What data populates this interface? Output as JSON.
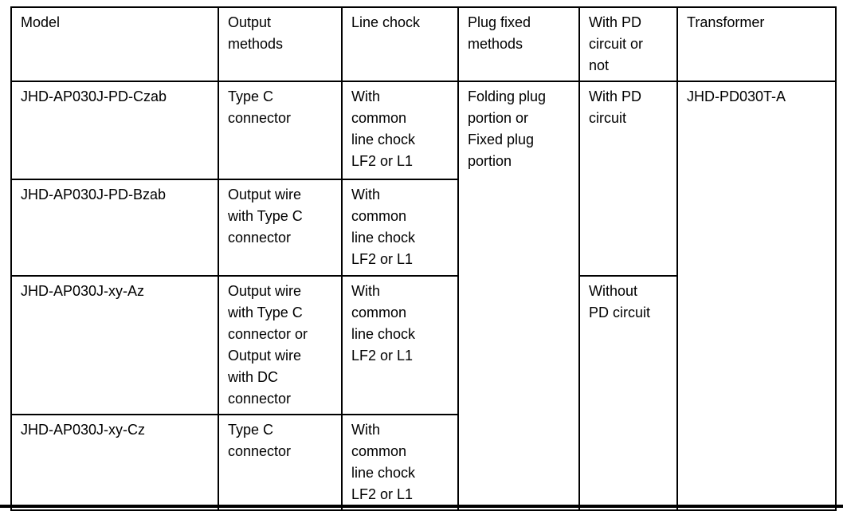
{
  "document": {
    "background_color": "#ffffff",
    "border_color": "#000000",
    "text_color": "#000000"
  },
  "table": {
    "headers": {
      "model": "Model",
      "output_methods": "Output\nmethods",
      "line_chock": "Line chock",
      "plug_fixed": "Plug fixed\nmethods",
      "pd_circuit": "With PD\ncircuit or\nnot",
      "transformer": "Transformer"
    },
    "rows": [
      {
        "model": "JHD-AP030J-PD-Czab",
        "output": "Type C\nconnector",
        "chock": "With\ncommon\nline chock\nLF2 or L1"
      },
      {
        "model": "JHD-AP030J-PD-Bzab",
        "output": "Output wire\nwith Type C\nconnector",
        "chock": "With\ncommon\nline chock\nLF2 or L1"
      },
      {
        "model": "JHD-AP030J-xy-Az",
        "output": "Output wire\nwith Type C\nconnector or\nOutput wire\nwith DC\nconnector",
        "chock": "With\ncommon\nline chock\nLF2 or L1"
      },
      {
        "model": "JHD-AP030J-xy-Cz",
        "output": "Type C\nconnector",
        "chock": "With\ncommon\nline chock\nLF2 or L1"
      }
    ],
    "merged": {
      "plug_fixed": "Folding plug\nportion or\nFixed plug\nportion",
      "pd_with": "With PD\ncircuit",
      "pd_without": "Without\nPD circuit",
      "transformer": "JHD-PD030T-A"
    }
  }
}
